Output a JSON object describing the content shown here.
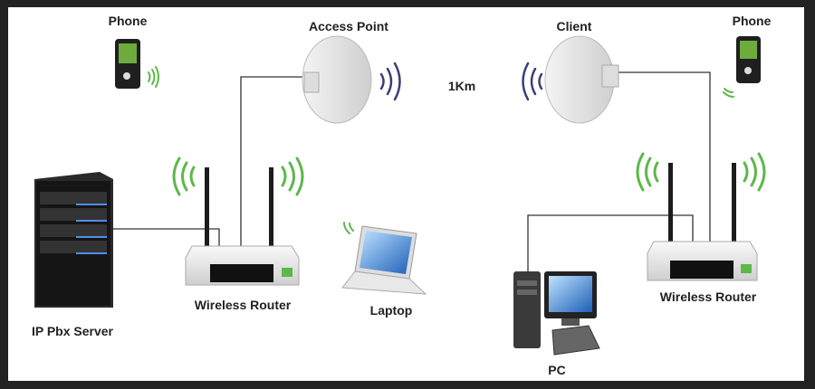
{
  "diagram": {
    "labels": {
      "phone_left": "Phone",
      "access_point": "Access Point",
      "distance": "1Km",
      "client": "Client",
      "phone_right": "Phone",
      "server": "IP Pbx Server",
      "router_left": "Wireless Router",
      "laptop": "Laptop",
      "pc": "PC",
      "router_right": "Wireless Router"
    },
    "colors": {
      "signal_green": "#5cb84a",
      "signal_blue": "#3a3f78",
      "frame": "#222222"
    }
  }
}
